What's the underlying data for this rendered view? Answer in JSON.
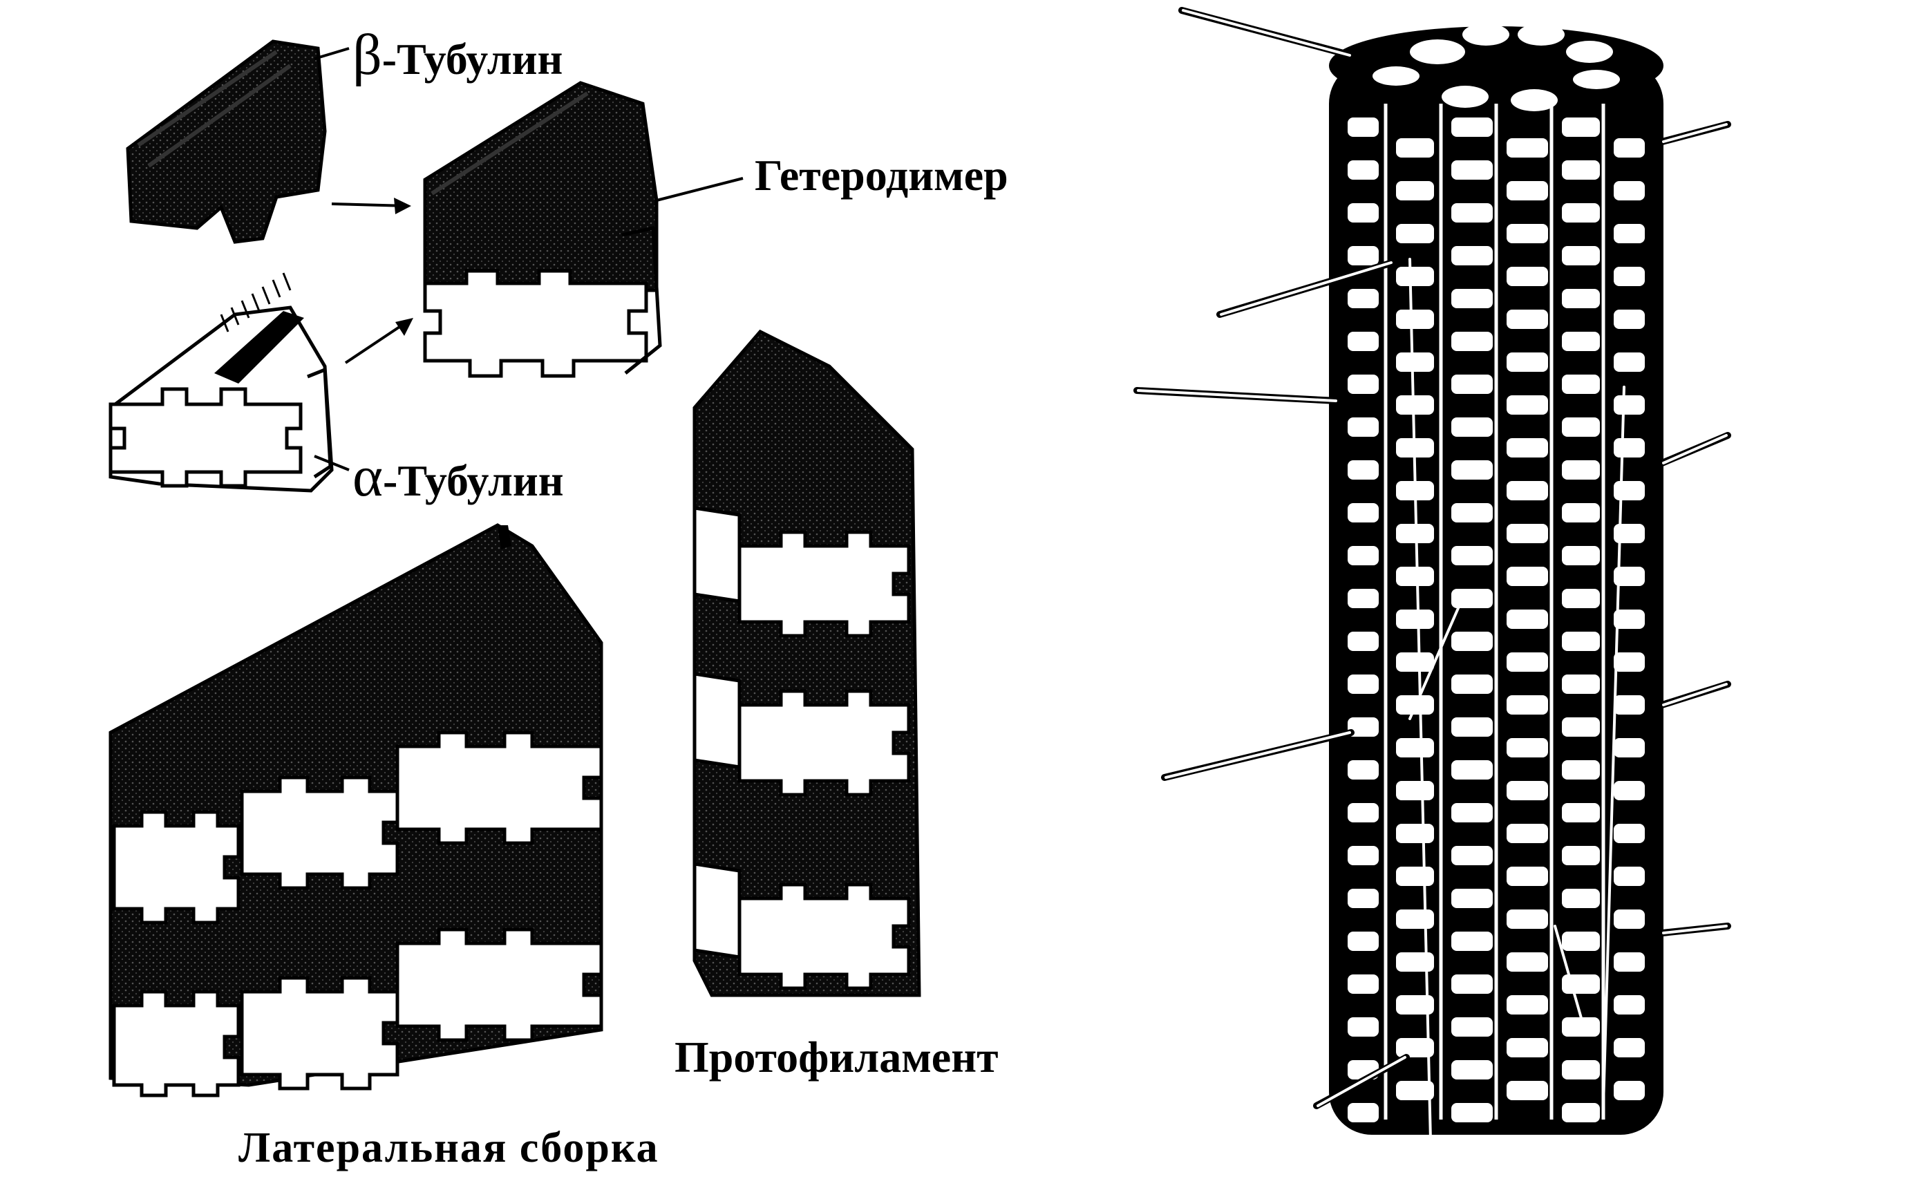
{
  "labels": {
    "beta_symbol": "β",
    "beta_text": "-Тубулин",
    "heterodimer": "Гетеродимер",
    "alpha_symbol": "α",
    "alpha_text": "-Тубулин",
    "protofilament": "Протофиламент",
    "lateral_assembly": "Латеральная сборка"
  },
  "colors": {
    "ink": "#000000",
    "paper": "#ffffff",
    "stipple": "#1a1a1a"
  }
}
